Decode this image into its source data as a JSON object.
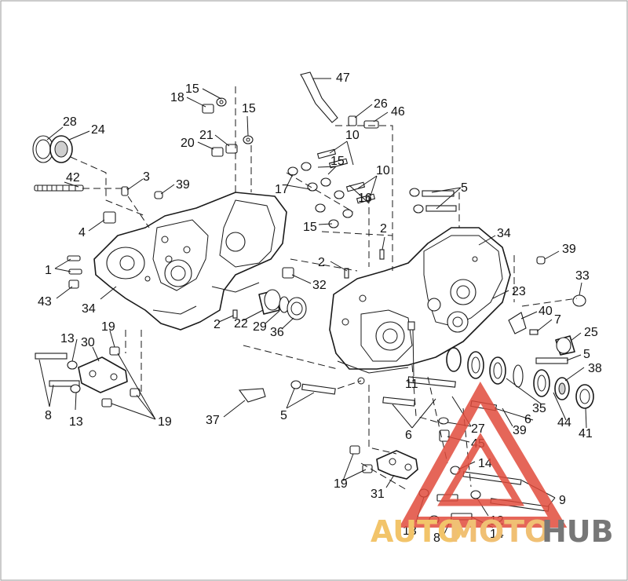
{
  "diagram": {
    "callouts": [
      "47",
      "26",
      "46",
      "15",
      "18",
      "15",
      "21",
      "20",
      "10",
      "15",
      "28",
      "24",
      "3",
      "39",
      "17",
      "16",
      "10",
      "15",
      "42",
      "5",
      "2",
      "34",
      "4",
      "1",
      "2",
      "43",
      "32",
      "33",
      "39",
      "34",
      "23",
      "40",
      "7",
      "22",
      "29",
      "36",
      "19",
      "13",
      "30",
      "2",
      "25",
      "5",
      "38",
      "11",
      "8",
      "13",
      "19",
      "37",
      "5",
      "35",
      "6",
      "27",
      "39",
      "6",
      "44",
      "41",
      "45",
      "14",
      "19",
      "31",
      "9",
      "13",
      "8",
      "12",
      "14"
    ],
    "watermark": {
      "brand_light": "AUTO",
      "brand_mid": "MOTO",
      "brand_dark": "HUB",
      "accent_color": "#e04b3c",
      "light_color": "#f2c46a",
      "dark_color": "#777777"
    }
  }
}
